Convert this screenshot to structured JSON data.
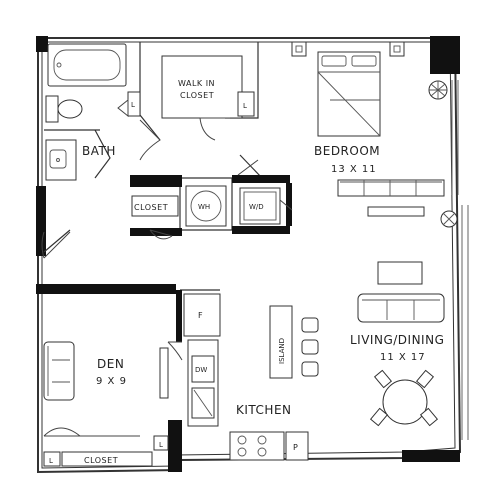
{
  "rooms": {
    "walk_in_closet": {
      "line1": "WALK IN",
      "line2": "CLOSET",
      "linen": "L"
    },
    "bedroom": {
      "name": "BEDROOM",
      "dims": "13 X 11"
    },
    "bath": {
      "name": "BATH",
      "linen": "L"
    },
    "closet": {
      "name": "CLOSET"
    },
    "water_heater": {
      "name": "WH"
    },
    "washer_dryer": {
      "name": "W/D"
    },
    "living_dining": {
      "name": "LIVING/DINING",
      "dims": "11 X 17"
    },
    "den": {
      "name": "DEN",
      "dims": "9 X 9"
    },
    "kitchen": {
      "name": "KITCHEN",
      "fridge": "F",
      "dishwasher": "DW",
      "pantry": "P",
      "island": "ISLAND"
    },
    "den_closet": {
      "name": "CLOSET",
      "linen_left": "L",
      "linen_right": "L"
    }
  }
}
